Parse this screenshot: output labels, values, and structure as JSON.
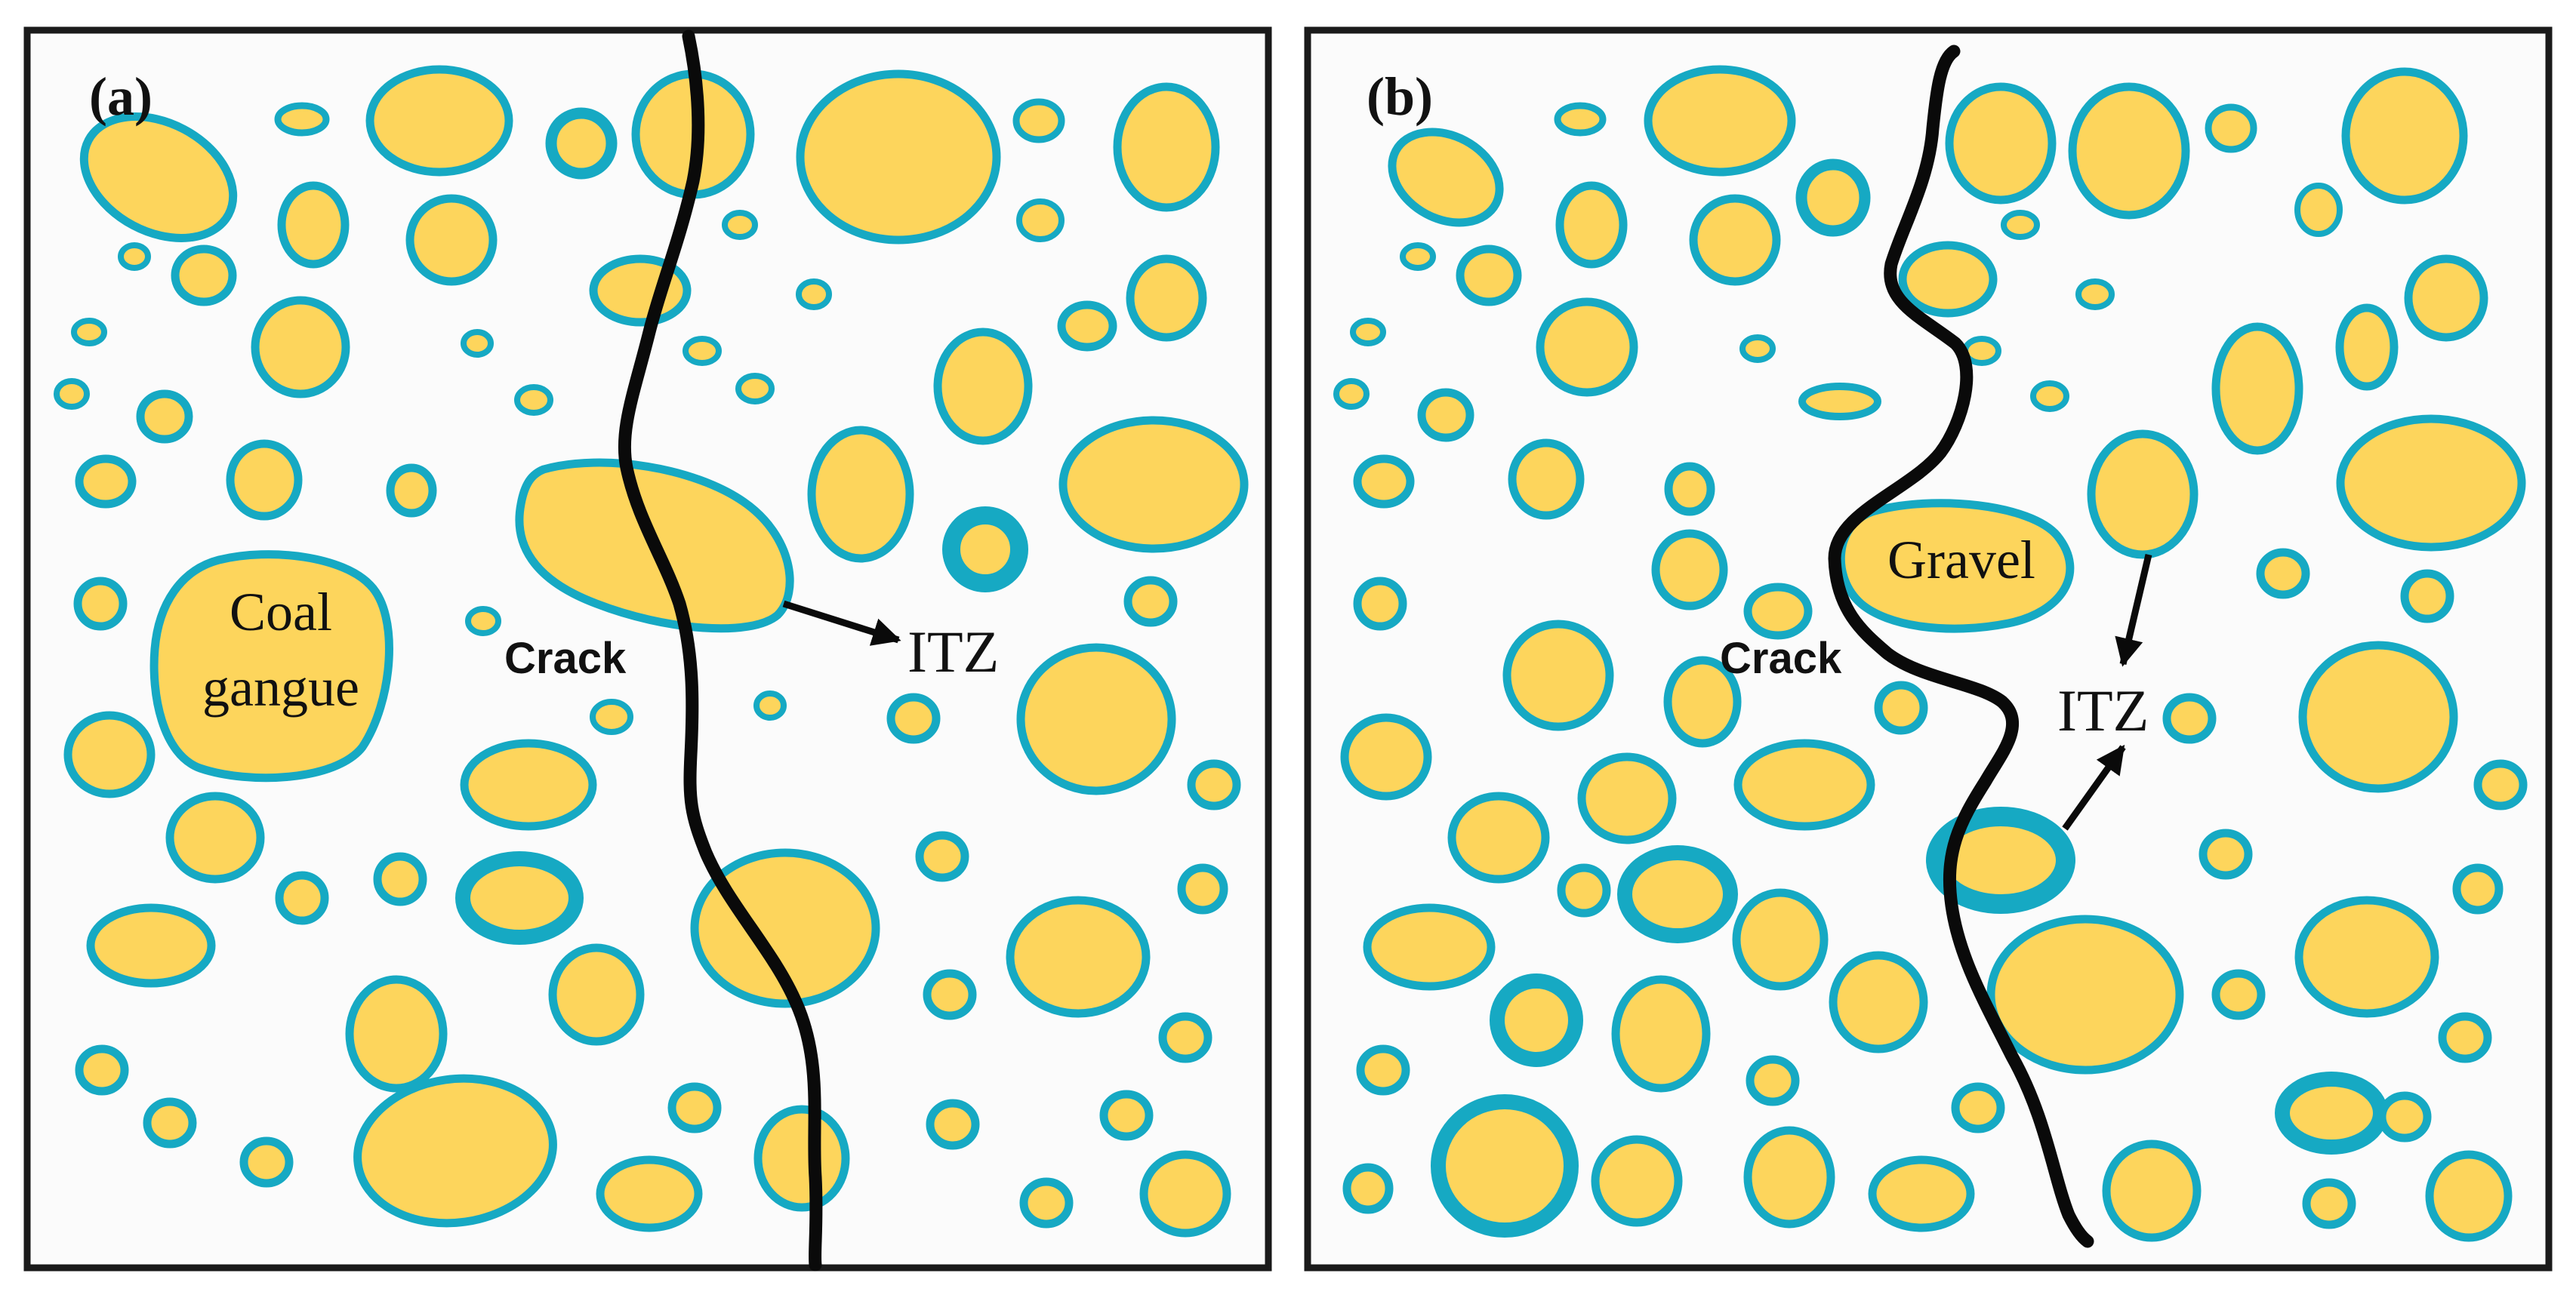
{
  "panels": [
    {
      "id": "a",
      "label": "(a)",
      "crack_label": "Crack",
      "itz_label": "ITZ",
      "aggregate_label_lines": [
        "Coal",
        "gangue"
      ]
    },
    {
      "id": "b",
      "label": "(b)",
      "crack_label": "Crack",
      "itz_label": "ITZ",
      "aggregate_label_lines": [
        "Gravel"
      ]
    }
  ],
  "colors": {
    "background": "#fbfbfb",
    "border": "#1a1a1a",
    "aggregate_fill": "#fdd55c",
    "itz_stroke": "#16a9c3",
    "crack": "#0a0a0a",
    "text": "#111111"
  }
}
